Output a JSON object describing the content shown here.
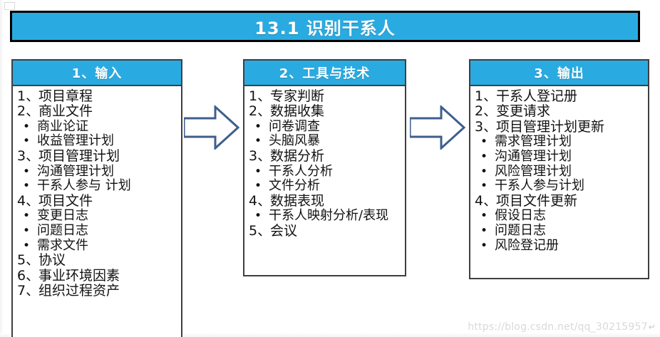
{
  "slide": {
    "title": "13.1 识别干系人",
    "accent_color": "#29abe2",
    "border_color": "#3f3f3f",
    "arrow_color": "#3f5e8c"
  },
  "columns": [
    {
      "id": "input",
      "header": "1、输入",
      "items": [
        {
          "mark": "1、",
          "text": "项目章程",
          "level": "num"
        },
        {
          "mark": "2、",
          "text": "商业文件",
          "level": "num"
        },
        {
          "mark": "•",
          "text": "商业论证",
          "level": "sub"
        },
        {
          "mark": "•",
          "text": "收益管理计划",
          "level": "sub"
        },
        {
          "mark": "3、",
          "text": "项目管理计划",
          "level": "num"
        },
        {
          "mark": "•",
          "text": "沟通管理计划",
          "level": "sub"
        },
        {
          "mark": "•",
          "text": "干系人参与 计划",
          "level": "sub"
        },
        {
          "mark": "4、",
          "text": "项目文件",
          "level": "num"
        },
        {
          "mark": "•",
          "text": "变更日志",
          "level": "sub"
        },
        {
          "mark": "•",
          "text": "问题日志",
          "level": "sub"
        },
        {
          "mark": "•",
          "text": "需求文件",
          "level": "sub"
        },
        {
          "mark": "5、",
          "text": "协议",
          "level": "num"
        },
        {
          "mark": "6、",
          "text": "事业环境因素",
          "level": "num"
        },
        {
          "mark": "7、",
          "text": "组织过程资产",
          "level": "num"
        }
      ]
    },
    {
      "id": "tools",
      "header": "2、工具与技术",
      "items": [
        {
          "mark": "1、",
          "text": "专家判断",
          "level": "num"
        },
        {
          "mark": "2、",
          "text": "数据收集",
          "level": "num"
        },
        {
          "mark": "•",
          "text": "问卷调查",
          "level": "sub"
        },
        {
          "mark": "•",
          "text": "头脑风暴",
          "level": "sub"
        },
        {
          "mark": "3、",
          "text": "数据分析",
          "level": "num"
        },
        {
          "mark": "•",
          "text": "干系人分析",
          "level": "sub"
        },
        {
          "mark": "•",
          "text": "文件分析",
          "level": "sub"
        },
        {
          "mark": "4、",
          "text": "数据表现",
          "level": "num"
        },
        {
          "mark": "•",
          "text": "干系人映射分析/表现",
          "level": "sub"
        },
        {
          "mark": "5、",
          "text": "会议",
          "level": "num"
        }
      ]
    },
    {
      "id": "output",
      "header": "3、输出",
      "items": [
        {
          "mark": "1、",
          "text": "干系人登记册",
          "level": "num"
        },
        {
          "mark": "2、",
          "text": "变更请求",
          "level": "num"
        },
        {
          "mark": "3、",
          "text": "项目管理计划更新",
          "level": "num"
        },
        {
          "mark": "•",
          "text": "需求管理计划",
          "level": "sub"
        },
        {
          "mark": "•",
          "text": "沟通管理计划",
          "level": "sub"
        },
        {
          "mark": "•",
          "text": "风险管理计划",
          "level": "sub"
        },
        {
          "mark": "•",
          "text": "干系人参与计划",
          "level": "sub"
        },
        {
          "mark": "4、",
          "text": "项目文件更新",
          "level": "num"
        },
        {
          "mark": "•",
          "text": "假设日志",
          "level": "sub"
        },
        {
          "mark": "•",
          "text": "问题日志",
          "level": "sub"
        },
        {
          "mark": "•",
          "text": "风险登记册",
          "level": "sub"
        }
      ]
    }
  ],
  "arrows": [
    {
      "id": "arrow-input-to-tools",
      "label": "→"
    },
    {
      "id": "arrow-tools-to-output",
      "label": "→"
    }
  ],
  "watermark": {
    "url": "https://blog.csdn.net/qq_30215957",
    "pilcrow": "↵"
  }
}
